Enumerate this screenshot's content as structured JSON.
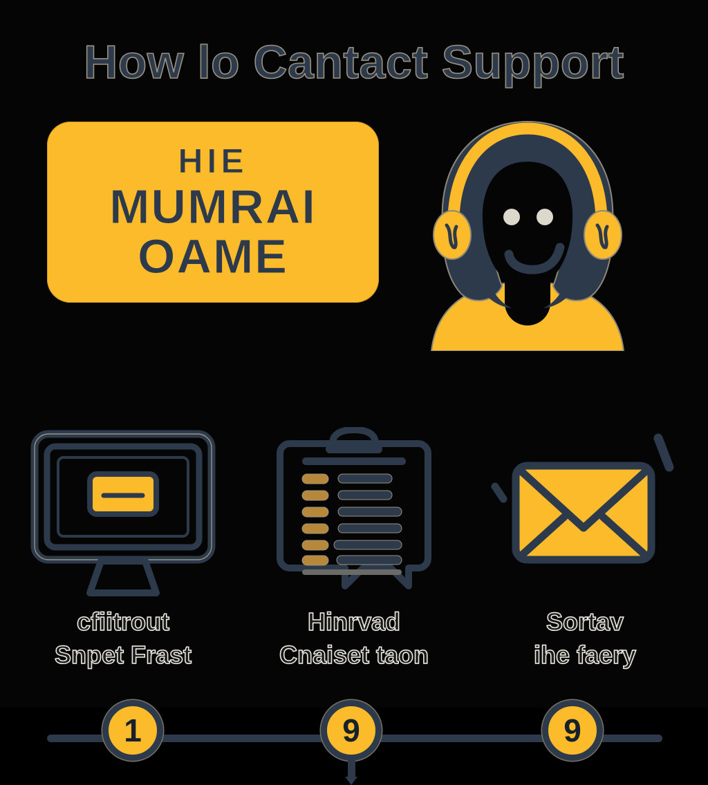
{
  "page": {
    "background_color": "#000000",
    "accent_yellow": "#fcbb2b",
    "accent_navy": "#2c3a4b",
    "pill_amber": "#b8883a",
    "title": "How lo Cantact Support"
  },
  "banner": {
    "line1": "HIE",
    "line2": "MUMRAI",
    "line3": "OAME",
    "background_color": "#fcbb2b",
    "text_color": "#2c3a4b"
  },
  "agent": {
    "name": "support-agent-illustration",
    "hair_color": "#2c3a4b",
    "headset_color": "#fcbb2b",
    "shirt_color": "#fcbb2b",
    "face_color": "#050505",
    "eye_color": "#ddd8cc"
  },
  "timeline": {
    "line_color": "#2c3a4b",
    "nodes": [
      {
        "label": "1",
        "name": "step-node-1"
      },
      {
        "label": "9",
        "name": "step-node-2"
      },
      {
        "label": "9",
        "name": "step-node-3"
      }
    ]
  },
  "steps": [
    {
      "icon": "monitor-icon",
      "caption_line1": "cfiitrout",
      "caption_line2": "Snpet Frast"
    },
    {
      "icon": "clipboard-chat-icon",
      "caption_line1": "Hinrvad",
      "caption_line2": "Cnaiset taon"
    },
    {
      "icon": "envelope-icon",
      "caption_line1": "Sortav",
      "caption_line2": "ihe faery"
    }
  ],
  "clipboard": {
    "row_count": 6,
    "pill_color": "#b8883a",
    "bar_color": "#2c3a4b"
  }
}
